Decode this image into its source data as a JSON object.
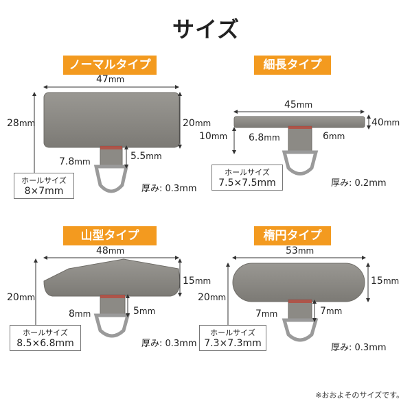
{
  "title": "サイズ",
  "colors": {
    "accent": "#f39a1f",
    "plate": "#8c8a85",
    "ring": "#9a9a9a"
  },
  "products": {
    "normal": {
      "name": "ノーマルタイプ",
      "width": "47",
      "height": "28",
      "plate_height": "20",
      "tab_width": "7.8",
      "tab_height": "5.5",
      "hole_label": "ホールサイズ",
      "hole": "8×7mm",
      "thickness_label": "厚み:",
      "thickness": "0.3mm"
    },
    "slim": {
      "name": "細長タイプ",
      "width": "45",
      "height": "40",
      "tab_height": "10",
      "tab_width": "6.8",
      "tab_extra": "6",
      "hole_label": "ホールサイズ",
      "hole": "7.5×7.5mm",
      "thickness_label": "厚み:",
      "thickness": "0.2mm"
    },
    "mountain": {
      "name": "山型タイプ",
      "width": "48",
      "height": "20",
      "plate_height": "15",
      "tab_width": "8",
      "tab_height": "5",
      "hole_label": "ホールサイズ",
      "hole": "8.5×6.8mm",
      "thickness_label": "厚み:",
      "thickness": "0.3mm"
    },
    "oval": {
      "name": "楕円タイプ",
      "width": "53",
      "height": "20",
      "plate_height": "15",
      "tab_width": "7",
      "tab_height": "7",
      "hole_label": "ホールサイズ",
      "hole": "7.3×7.3mm",
      "thickness_label": "厚み:",
      "thickness": "0.3mm"
    }
  },
  "unit": "mm",
  "footnote": "※おおよそのサイズです。"
}
